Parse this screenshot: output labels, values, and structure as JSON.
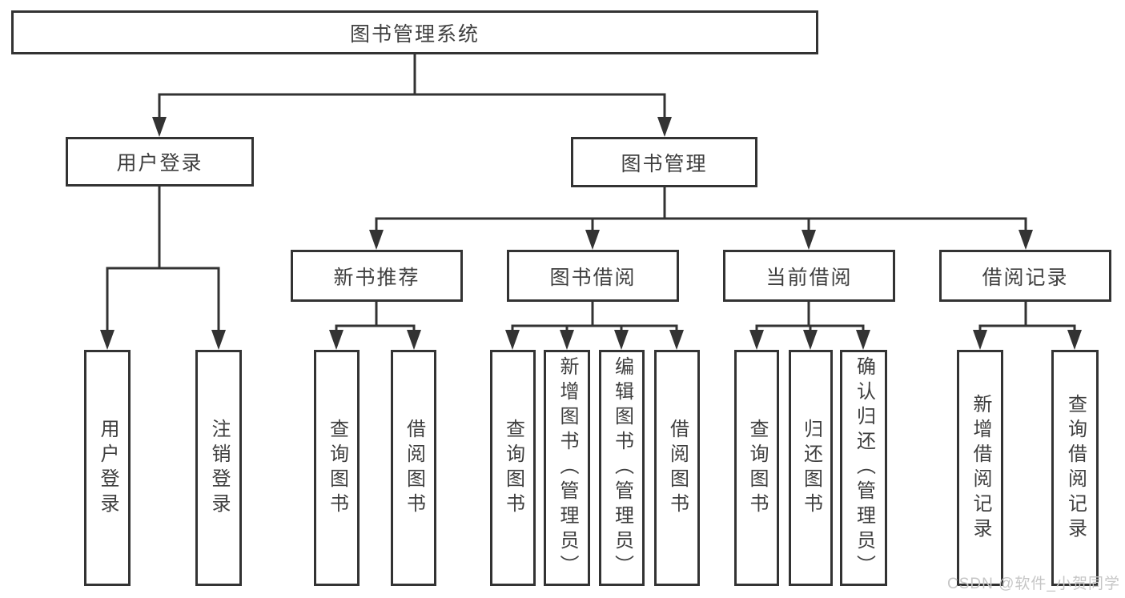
{
  "diagram": {
    "root": {
      "label": "图书管理系统",
      "children": [
        {
          "label": "用户登录",
          "children": [
            {
              "label": "用户登录"
            },
            {
              "label": "注销登录"
            }
          ]
        },
        {
          "label": "图书管理",
          "children": [
            {
              "label": "新书推荐",
              "children": [
                {
                  "label": "查询图书"
                },
                {
                  "label": "借阅图书"
                }
              ]
            },
            {
              "label": "图书借阅",
              "children": [
                {
                  "label": "查询图书"
                },
                {
                  "label": "新增图书（管理员）"
                },
                {
                  "label": "编辑图书（管理员）"
                },
                {
                  "label": "借阅图书"
                }
              ]
            },
            {
              "label": "当前借阅",
              "children": [
                {
                  "label": "查询图书"
                },
                {
                  "label": "归还图书"
                },
                {
                  "label": "确认归还（管理员）"
                }
              ]
            },
            {
              "label": "借阅记录",
              "children": [
                {
                  "label": "新增借阅记录"
                },
                {
                  "label": "查询借阅记录"
                }
              ]
            }
          ]
        }
      ]
    }
  },
  "watermark": {
    "text": "CSDN @软件_小贺同学"
  },
  "colors": {
    "line": "#333333",
    "box_border": "#333333",
    "text": "#3f3f3f",
    "background": "#ffffff",
    "watermark": "#c6c6c6"
  }
}
